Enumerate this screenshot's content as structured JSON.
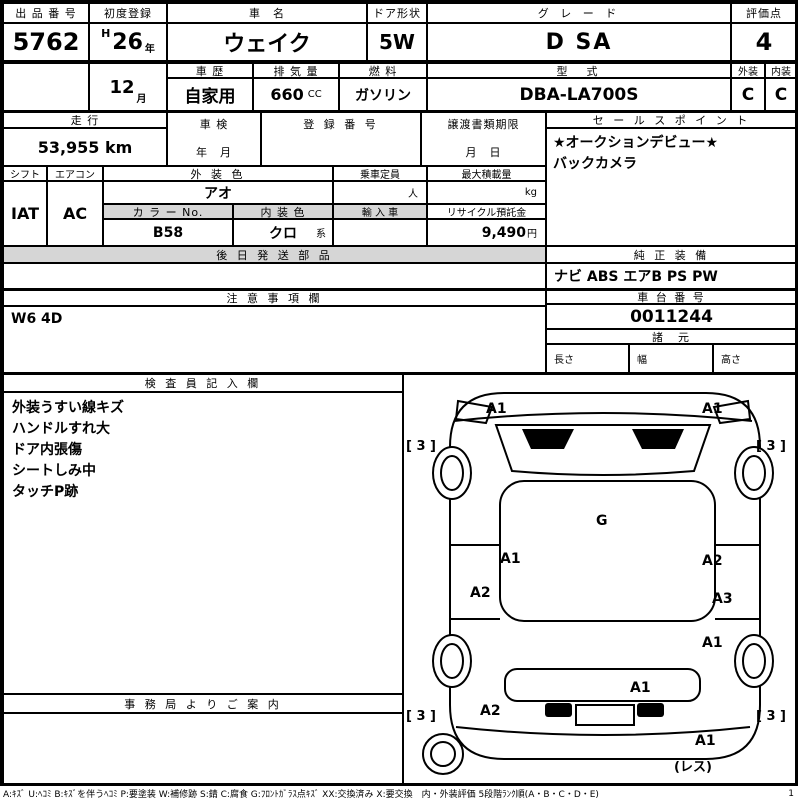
{
  "top": {
    "auction_no": {
      "label": "出 品 番 号",
      "value": "5762"
    },
    "first_reg": {
      "label": "初度登録",
      "era": "H",
      "year": "26",
      "year_unit": "年",
      "month": "12",
      "month_unit": "月"
    },
    "car_name": {
      "label": "車　名",
      "value": "ウェイク"
    },
    "door": {
      "label": "ドア形状",
      "value": "5W"
    },
    "grade": {
      "label": "グ レ ー ド",
      "value": "D SA"
    },
    "score": {
      "label": "評価点",
      "value": "4"
    },
    "history": {
      "label": "車 歴",
      "value": "自家用"
    },
    "displacement": {
      "label": "排 気 量",
      "value": "660",
      "unit": "CC"
    },
    "fuel": {
      "label": "燃 料",
      "value": "ガソリン"
    },
    "model": {
      "label": "型　式",
      "value": "DBA-LA700S"
    },
    "exterior": {
      "label": "外装",
      "value": "C"
    },
    "interior": {
      "label": "内装",
      "value": "C"
    }
  },
  "mileage": {
    "label": "走 行",
    "value": "53,955 km"
  },
  "shaken": {
    "label": "車 検",
    "value": "年　月"
  },
  "reg_no": {
    "label": "登 録 番 号"
  },
  "transfer": {
    "label": "譲渡書類期限",
    "value": "月　日"
  },
  "sales_point": {
    "label": "セ ー ル ス ポ イ ン ト",
    "lines": [
      "★オークションデビュー★",
      "バックカメラ"
    ]
  },
  "cabin": {
    "shift": {
      "label": "シフト",
      "value": "IAT"
    },
    "aircon": {
      "label": "エアコン",
      "value": "AC"
    },
    "ext_color": {
      "label": "外 装 色",
      "value": "アオ"
    },
    "capacity": {
      "label": "乗車定員",
      "unit": "人"
    },
    "max_load": {
      "label": "最大積載量",
      "unit": "kg"
    },
    "color_no": {
      "label": "カ ラ ー No.",
      "value": "B58"
    },
    "int_color": {
      "label": "内 装 色",
      "value": "クロ",
      "unit": "系"
    },
    "import": {
      "label": "輸 入 車"
    },
    "recycle": {
      "label": "リサイクル預託金",
      "value": "9,490",
      "unit": "円"
    }
  },
  "later_parts": {
    "label": "後 日 発 送 部 品"
  },
  "equipment": {
    "label": "純 正 装 備",
    "value": "ナビ ABS エアB PS PW"
  },
  "notes": {
    "label": "注 意 事 項 欄",
    "value": "W6 4D"
  },
  "chassis_no": {
    "label": "車 台 番 号",
    "value": "0011244"
  },
  "specs": {
    "label": "諸　元",
    "length_label": "長さ",
    "width_label": "幅",
    "height_label": "高さ"
  },
  "inspector": {
    "label": "検 査 員 記 入 欄",
    "lines": [
      "外装うすい線キズ",
      "ハンドルすれ大",
      "ドア内張傷",
      "シートしみ中",
      "タッチP跡"
    ]
  },
  "office": {
    "label": "事 務 局 よ り ご 案 内"
  },
  "diagram": {
    "marks": [
      {
        "code": "A1",
        "location": "hood-left"
      },
      {
        "code": "A1",
        "location": "hood-right"
      },
      {
        "code": "[ 3 ]",
        "location": "front-left-tire"
      },
      {
        "code": "[ 3 ]",
        "location": "front-right-tire"
      },
      {
        "code": "G",
        "location": "windshield"
      },
      {
        "code": "A1",
        "location": "left-front-door"
      },
      {
        "code": "A2",
        "location": "right-front-door"
      },
      {
        "code": "A2",
        "location": "left-rear-door"
      },
      {
        "code": "A3",
        "location": "right-rear-door"
      },
      {
        "code": "A1",
        "location": "right-rear-fender"
      },
      {
        "code": "A1",
        "location": "rear-gate"
      },
      {
        "code": "A2",
        "location": "left-rear-fender"
      },
      {
        "code": "[ 3 ]",
        "location": "rear-left-tire"
      },
      {
        "code": "[ 3 ]",
        "location": "rear-right-tire"
      },
      {
        "code": "A1",
        "location": "rear-bumper"
      },
      {
        "code": "(レス)",
        "location": "rear"
      }
    ]
  },
  "legend": {
    "text": "A:ｷｽﾞ U:ﾍｺﾐ B:ｷｽﾞを伴うﾍｺﾐ P:要塗装 W:補修跡 S:錆 C:腐食 G:ﾌﾛﾝﾄｶﾞﾗｽ点ｷｽﾞ XX:交換済み X:要交換　内・外装評価 5段階ﾗﾝｸ順(A・B・C・D・E)",
    "page": "1"
  }
}
